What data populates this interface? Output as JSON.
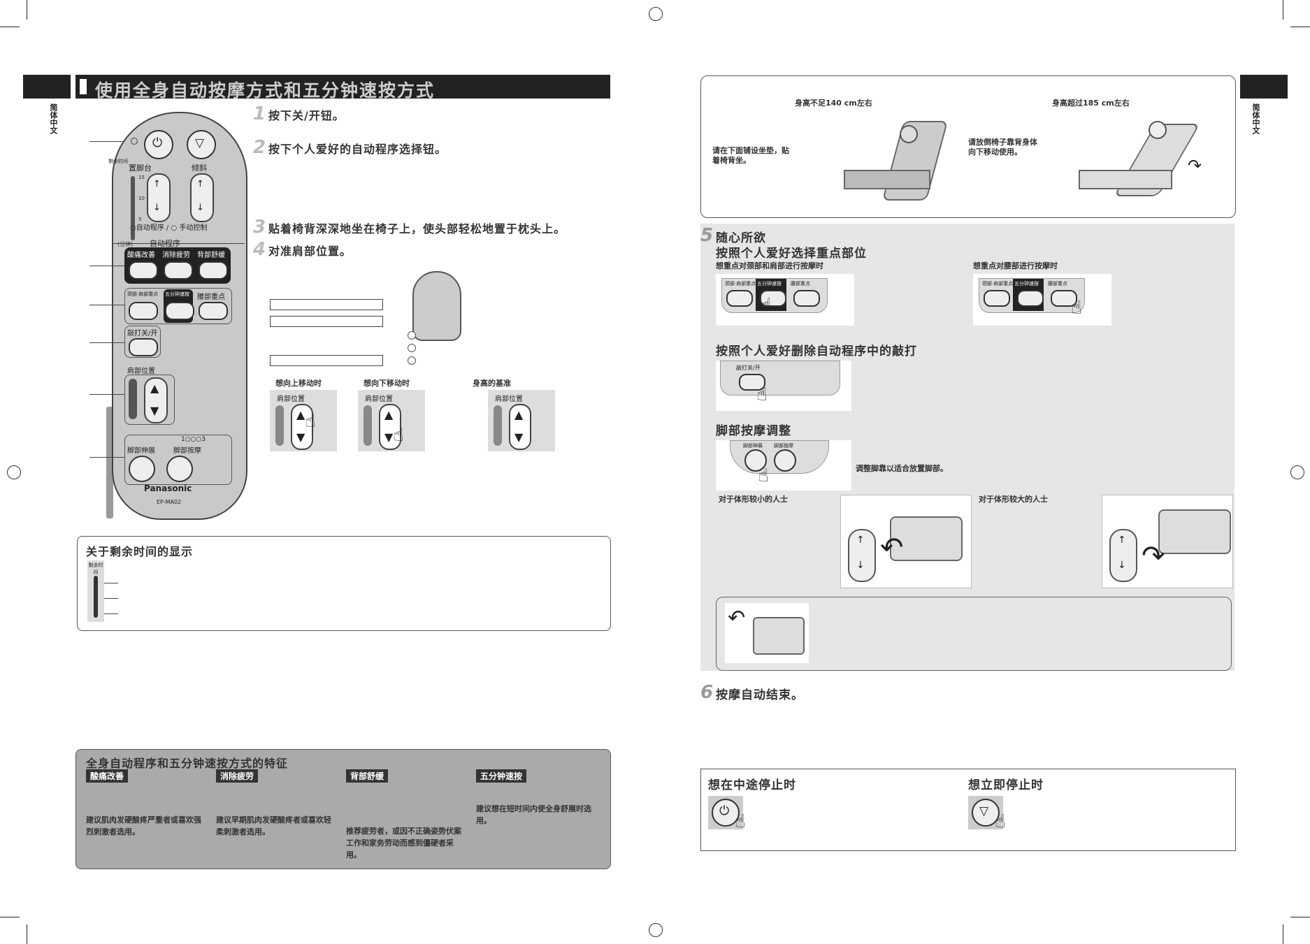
{
  "left_page": {
    "header_title": "使用全身自动按摩方式和五分钟速按方式",
    "side_tab": "简体中文",
    "steps": [
      {
        "num": "1",
        "text": "按下关/开钮。"
      },
      {
        "num": "2",
        "text": "按下个人爱好的自动程序选择钮。"
      },
      {
        "num": "3",
        "text": "贴着椅背深深地坐在椅子上，使头部轻松地置于枕头上。"
      },
      {
        "num": "4",
        "text": "对准肩部位置。"
      }
    ],
    "remote": {
      "label_remain_time": "剩余时间",
      "label_footrest": "置脚台",
      "label_recline": "倾斜",
      "label_minutes": "(分钟)",
      "ticks": [
        "15",
        "10",
        "5"
      ],
      "legend": "○自动程序 / ○ 手动控制",
      "auto_program_title": "自动程序",
      "btn_pain": "酸痛改善",
      "btn_fatigue": "消除疲劳",
      "btn_back": "背部舒缓",
      "btn_neck": "颈部·肩部重点",
      "btn_five": "五分钟速按",
      "btn_waist": "腰部重点",
      "btn_tap": "敲打关/开",
      "shoulder_title": "肩部位置",
      "foot_levels": "1○○○3",
      "btn_foot_stretch": "脚部伸展",
      "btn_foot_massage": "脚部按摩",
      "brand": "Panasonic",
      "model": "EP-MA02"
    },
    "shoulder_adjust": {
      "up_title": "想向上移动时",
      "down_title": "想向下移动时",
      "height_title": "身高的基准",
      "panel_label": "肩部位置"
    },
    "remaining_time": {
      "title": "关于剩余时间的显示",
      "indicator_label": "剩余时间"
    },
    "features": {
      "title": "全身自动程序和五分钟速按方式的特征",
      "items": [
        {
          "tag": "酸痛改善",
          "desc": "建议肌肉发硬酸疼严重者或喜欢强烈刺激者选用。"
        },
        {
          "tag": "消除疲劳",
          "desc": "建议早期肌肉发硬酸疼者或喜欢轻柔刺激者选用。"
        },
        {
          "tag": "背部舒缓",
          "desc": "推荐疲劳者，或因不正确姿势伏案工作和家务劳动而感到僵硬者采用。"
        },
        {
          "tag": "五分钟速按",
          "desc": "建议想在短时间内使全身舒展时选用。"
        }
      ]
    }
  },
  "right_page": {
    "side_tab": "简体中文",
    "height_notes": {
      "short_title": "身高不足140 cm左右",
      "short_desc": "请在下面铺设坐垫，贴着椅背坐。",
      "tall_title": "身高超过185 cm左右",
      "tall_desc": "请放倒椅子靠背身体向下移动使用。"
    },
    "step5": {
      "num": "5",
      "title": "随心所欲",
      "sub1": "按照个人爱好选择重点部位",
      "neck_focus": "想重点对颈部和肩部进行按摩时",
      "waist_focus": "想重点对腰部进行按摩时",
      "mini_btn_neck": "颈部·肩部重点",
      "mini_btn_five": "五分钟速按",
      "mini_btn_waist": "腰部重点",
      "sub2": "按照个人爱好删除自动程序中的敲打",
      "mini_btn_tap": "敲打关/开",
      "sub3": "脚部按摩调整",
      "foot_adjust_desc": "调整脚靠以适合放置脚部。",
      "mini_btn_foot_stretch": "脚部伸展",
      "mini_btn_foot_massage": "脚部按摩",
      "small_person": "对于体形较小的人士",
      "large_person": "对于体形较大的人士"
    },
    "step6": {
      "num": "6",
      "text": "按摩自动结束。"
    },
    "stop": {
      "midway": "想在中途停止时",
      "immediate": "想立即停止时"
    }
  }
}
